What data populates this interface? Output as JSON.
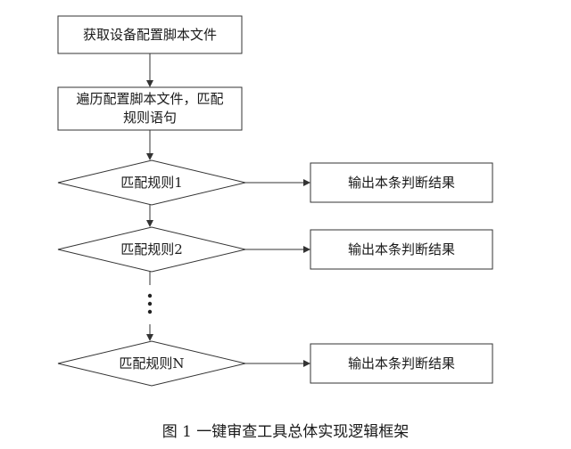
{
  "diagram": {
    "nodes": [
      {
        "id": "n1",
        "shape": "rect",
        "label": "获取设备配置脚本文件"
      },
      {
        "id": "n2",
        "shape": "rect",
        "label": "遍历配置脚本文件，匹配\n规则语句"
      },
      {
        "id": "d1",
        "shape": "diamond",
        "label": "匹配规则1"
      },
      {
        "id": "d2",
        "shape": "diamond",
        "label": "匹配规则2"
      },
      {
        "id": "dn",
        "shape": "diamond",
        "label": "匹配规则N"
      },
      {
        "id": "o1",
        "shape": "rect",
        "label": "输出本条判断结果"
      },
      {
        "id": "o2",
        "shape": "rect",
        "label": "输出本条判断结果"
      },
      {
        "id": "on",
        "shape": "rect",
        "label": "输出本条判断结果"
      }
    ],
    "edges": [
      {
        "from": "n1",
        "to": "n2"
      },
      {
        "from": "n2",
        "to": "d1"
      },
      {
        "from": "d1",
        "to": "d2"
      },
      {
        "from": "d2",
        "to": "dn",
        "ellipsis": true
      },
      {
        "from": "d1",
        "to": "o1"
      },
      {
        "from": "d2",
        "to": "o2"
      },
      {
        "from": "dn",
        "to": "on"
      }
    ]
  },
  "caption": "图 1  一键审查工具总体实现逻辑框架",
  "colors": {
    "stroke": "#333333",
    "text": "#1a1a1a",
    "background": "#ffffff"
  }
}
